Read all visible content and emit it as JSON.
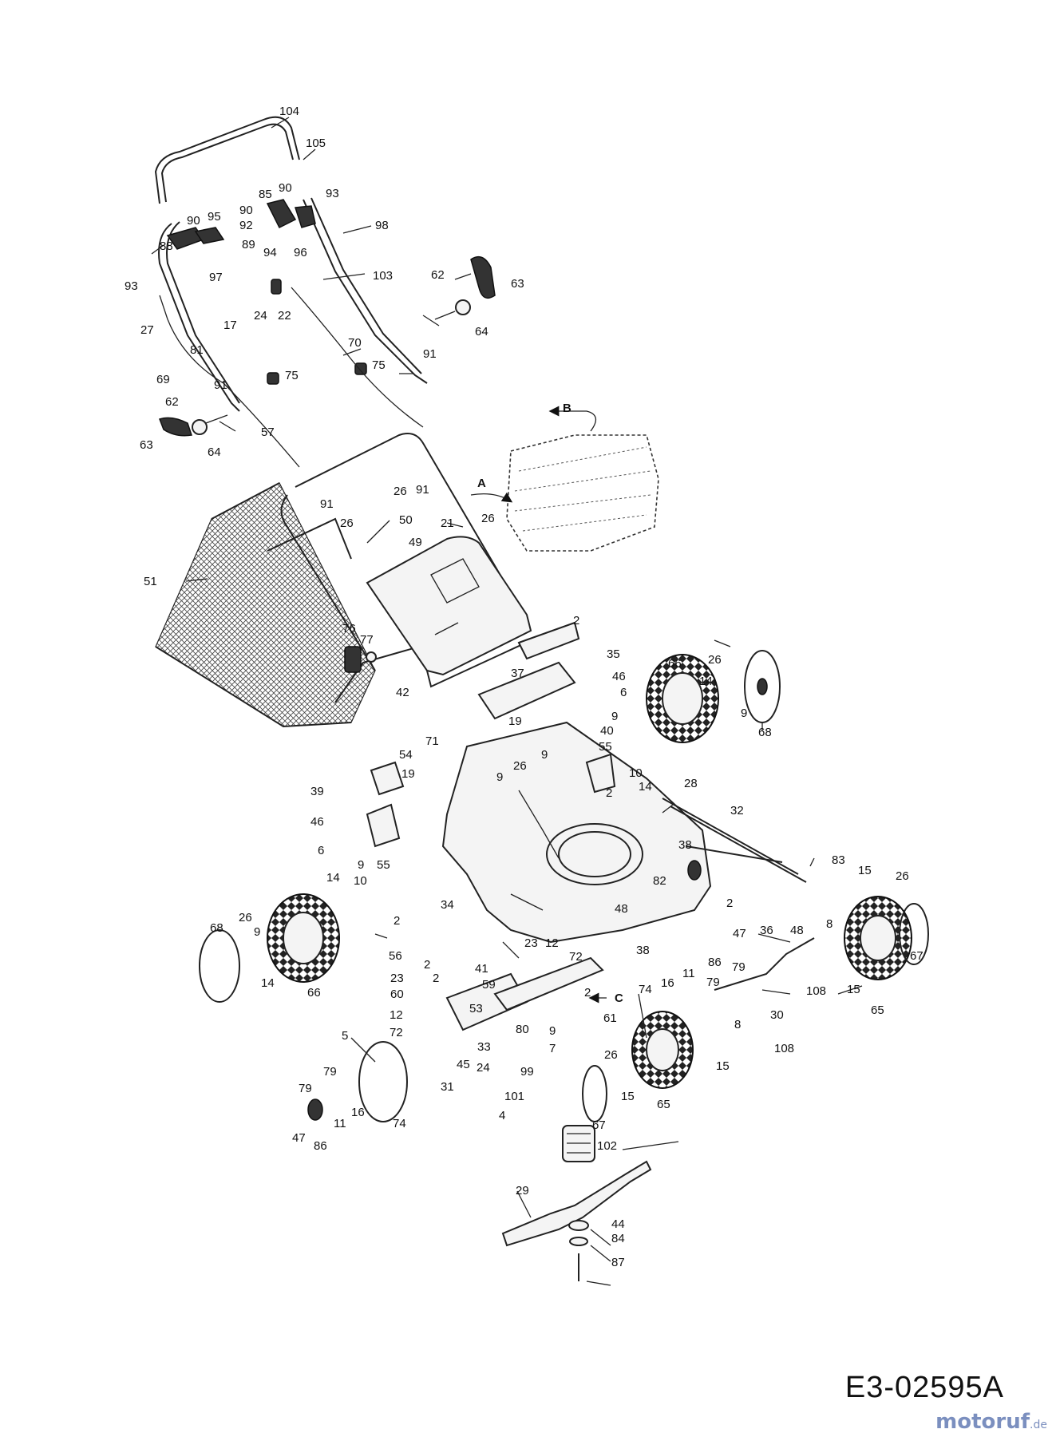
{
  "drawing_code": "E3-02595A",
  "watermark": {
    "brand": "motoruf",
    "suffix": ".de"
  },
  "arrow_labels": {
    "a": "A",
    "b": "B",
    "c": "C"
  },
  "callouts": {
    "c104": "104",
    "c105": "105",
    "c93a": "93",
    "c98": "98",
    "c85": "85",
    "c90a": "90",
    "c90b": "90",
    "c95": "95",
    "c90c": "90",
    "c92": "92",
    "c89": "89",
    "c88": "88",
    "c97": "97",
    "c93b": "93",
    "c94": "94",
    "c96": "96",
    "c103": "103",
    "c62a": "62",
    "c63a": "63",
    "c64a": "64",
    "c91a": "91",
    "c24a": "24",
    "c22": "22",
    "c27": "27",
    "c17": "17",
    "c81": "81",
    "c69": "69",
    "c70": "70",
    "c75a": "75",
    "c75b": "75",
    "c91b": "91",
    "c62b": "62",
    "c63b": "63",
    "c64b": "64",
    "c57": "57",
    "c26a": "26",
    "c91c": "91",
    "c91d": "91",
    "c26b": "26",
    "c50": "50",
    "c21": "21",
    "c26c": "26",
    "c49": "49",
    "c51": "51",
    "c76": "76",
    "c77": "77",
    "c42": "42",
    "c2a": "2",
    "c35": "35",
    "c37": "37",
    "c19a": "19",
    "c46a": "46",
    "c6a": "6",
    "c9a": "9",
    "c40": "40",
    "c71": "71",
    "c54": "54",
    "c9b": "9",
    "c26d": "26",
    "c9c": "9",
    "c55a": "55",
    "c10a": "10",
    "c14a": "14",
    "c66a": "66",
    "c26e": "26",
    "c14b": "14",
    "c9d": "9",
    "c68a": "68",
    "c39": "39",
    "c19b": "19",
    "c46b": "46",
    "c6b": "6",
    "c9e": "9",
    "c2b": "2",
    "c28": "28",
    "c32": "32",
    "c38a": "38",
    "c36": "36",
    "c55b": "55",
    "c2c": "2",
    "c14c": "14",
    "c10b": "10",
    "c82": "82",
    "c2d": "2",
    "c48a": "48",
    "c83": "83",
    "c48b": "48",
    "c15a": "15",
    "c26f": "26",
    "c68b": "68",
    "c26g": "26",
    "c9f": "9",
    "c14d": "14",
    "c66b": "66",
    "c34": "34",
    "c47a": "47",
    "c8a": "8",
    "c67a": "67",
    "c56": "56",
    "c2e": "2",
    "c23a": "23",
    "c12a": "12",
    "c72a": "72",
    "c38b": "38",
    "c86a": "86",
    "c79a": "79",
    "c11a": "11",
    "c16a": "16",
    "c74a": "74",
    "c79b": "79",
    "c108a": "108",
    "c15b": "15",
    "c65a": "65",
    "c2f": "2",
    "c2g": "2",
    "c41": "41",
    "c59": "59",
    "c23b": "23",
    "c60": "60",
    "c53": "53",
    "c61": "61",
    "c30": "30",
    "c12b": "12",
    "c72b": "72",
    "c80": "80",
    "c9g": "9",
    "c8b": "8",
    "c108b": "108",
    "c5": "5",
    "c33": "33",
    "c7": "7",
    "c45": "45",
    "c24b": "24",
    "c99": "99",
    "c31": "31",
    "c15c": "15",
    "c79c": "79",
    "c26h": "26",
    "c15d": "15",
    "c65b": "65",
    "c11b": "11",
    "c16b": "16",
    "c101": "101",
    "c79d": "79",
    "c74b": "74",
    "c4": "4",
    "c67b": "67",
    "c47b": "47",
    "c86b": "86",
    "c102": "102",
    "c29": "29",
    "c44": "44",
    "c84": "84",
    "c87": "87"
  }
}
